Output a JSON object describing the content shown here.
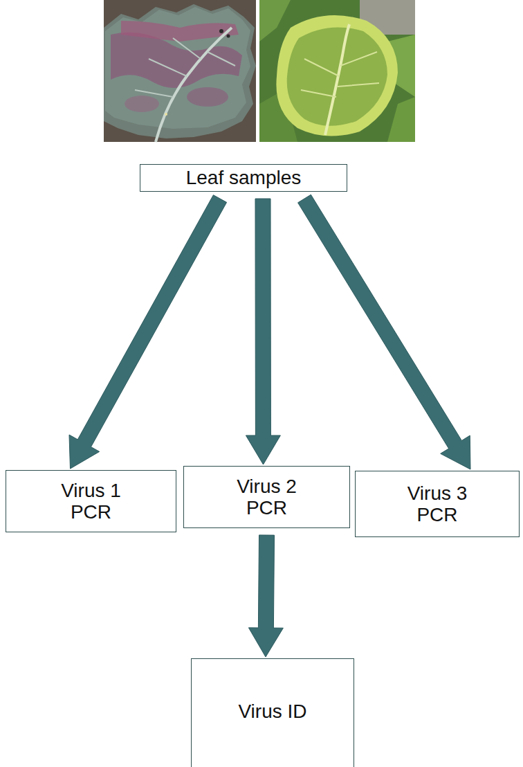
{
  "diagram": {
    "nodes": [
      {
        "text": [
          "Leaf samples"
        ]
      },
      {
        "text": [
          "Virus 1 PCR"
        ]
      },
      {
        "text": [
          "Virus 2 PCR"
        ]
      },
      {
        "text": [
          "Virus 3 PCR"
        ]
      },
      {
        "text": [
          "Virus ID"
        ]
      }
    ],
    "edges": [
      {
        "from": 0,
        "to": 1,
        "arrow": "to"
      },
      {
        "from": 0,
        "to": 2,
        "arrow": "to"
      },
      {
        "from": 0,
        "to": 3,
        "arrow": "to"
      },
      {
        "from": 2,
        "to": 4,
        "arrow": "to"
      }
    ]
  }
}
